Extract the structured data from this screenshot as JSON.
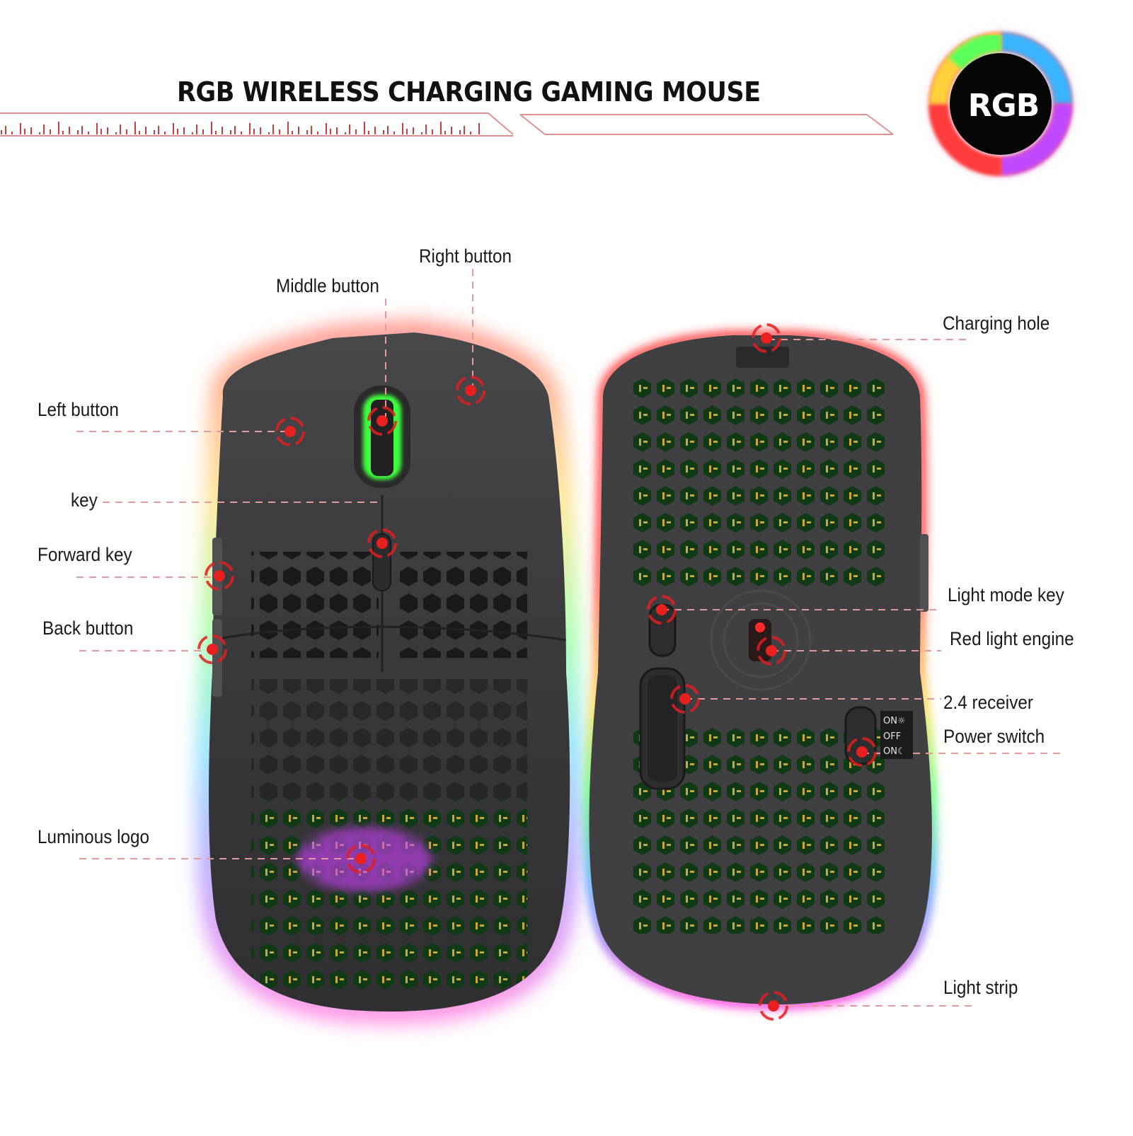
{
  "header": {
    "title": "RGB WIRELESS CHARGING GAMING MOUSE",
    "badge_text": "RGB"
  },
  "callouts": {
    "left_button": "Left  button",
    "middle_button": "Middle button",
    "right_button": "Right button",
    "dpi_key": "key",
    "forward_key": "Forward key",
    "back_button": "Back button",
    "luminous_logo": "Luminous logo",
    "charging_hole": "Charging hole",
    "light_mode_key": "Light mode key",
    "red_light_engine": "Red light engine",
    "receiver": "2.4 receiver",
    "power_switch": "Power switch",
    "light_strip": "Light strip"
  },
  "switch": {
    "on_top": "ON☼",
    "off": "OFF",
    "on_bottom": "ON☾"
  },
  "colors": {
    "accent": "#e02020",
    "mouse_body": "#3a3a3c",
    "mouse_bottom": "#404042",
    "wheel_glow": "#3cff3c",
    "circuit": "#0f3a14",
    "guide_line": "#d97a7a"
  }
}
